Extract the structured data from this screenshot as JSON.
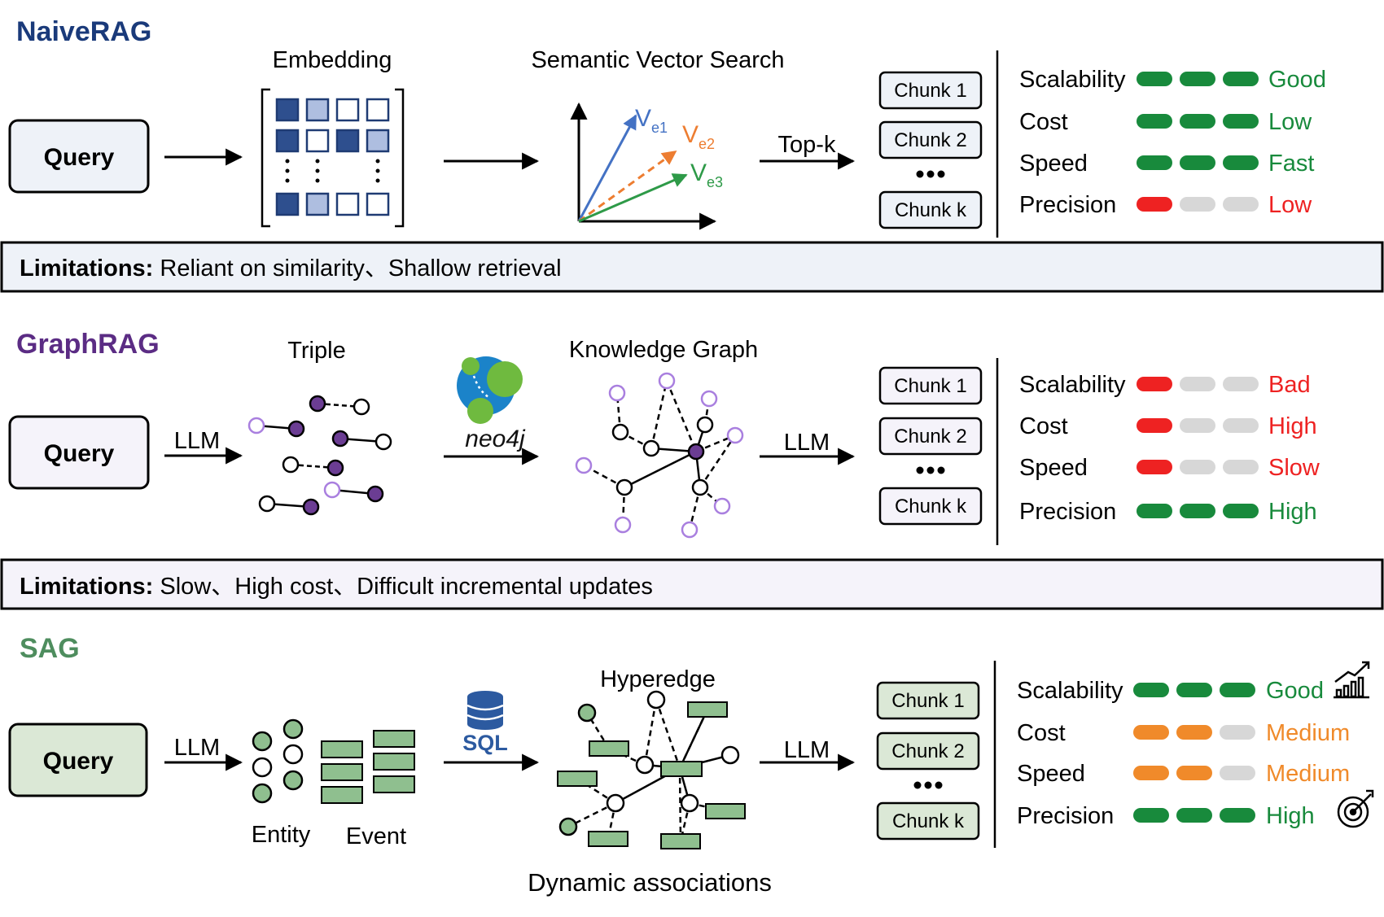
{
  "colors": {
    "naive_title": "#1a3a7a",
    "graph_title": "#5b2c84",
    "sag_title": "#4e8d5e",
    "green": "#188a3c",
    "red": "#ee2222",
    "gray": "#d7d7d7",
    "orange": "#f08a2a",
    "naive_box": "#eef2f8",
    "graph_box": "#f5f3fa",
    "sag_box": "#dbe8d6",
    "sag_node": "#8fbf8f",
    "graph_node": "#6b3d93",
    "graph_node_light": "#a97fdf"
  },
  "sections": [
    {
      "id": "naive",
      "title": "NaiveRAG",
      "query": "Query",
      "arrow1_label": "",
      "stage1_label": "Embedding",
      "stage2_label": "Semantic Vector Search",
      "arrow3_label": "Top-k",
      "vectors": [
        {
          "v": "V",
          "sub": "e1"
        },
        {
          "v": "V",
          "sub": "e2"
        },
        {
          "v": "V",
          "sub": "e3"
        }
      ],
      "chunks": [
        "Chunk 1",
        "Chunk 2",
        "Chunk k"
      ],
      "metrics": [
        {
          "name": "Scalability",
          "value": "Good",
          "level": 3,
          "color": "green"
        },
        {
          "name": "Cost",
          "value": "Low",
          "level": 3,
          "color": "green"
        },
        {
          "name": "Speed",
          "value": "Fast",
          "level": 3,
          "color": "green"
        },
        {
          "name": "Precision",
          "value": "Low",
          "level": 1,
          "color": "red"
        }
      ],
      "limitations_label": "Limitations:",
      "limitations_text": " Reliant on similarity、Shallow retrieval"
    },
    {
      "id": "graph",
      "title": "GraphRAG",
      "query": "Query",
      "arrow1_label": "LLM",
      "stage1_label": "Triple",
      "logo_text": "neo4j",
      "stage2_label": "Knowledge Graph",
      "arrow3_label": "LLM",
      "chunks": [
        "Chunk 1",
        "Chunk 2",
        "Chunk k"
      ],
      "metrics": [
        {
          "name": "Scalability",
          "value": "Bad",
          "level": 1,
          "color": "red"
        },
        {
          "name": "Cost",
          "value": "High",
          "level": 1,
          "color": "red"
        },
        {
          "name": "Speed",
          "value": "Slow",
          "level": 1,
          "color": "red"
        },
        {
          "name": "Precision",
          "value": "High",
          "level": 3,
          "color": "green"
        }
      ],
      "limitations_label": "Limitations:",
      "limitations_text": " Slow、High cost、Difficult incremental updates"
    },
    {
      "id": "sag",
      "title": "SAG",
      "query": "Query",
      "arrow1_label": "LLM",
      "entity_label": "Entity",
      "event_label": "Event",
      "logo_text": "SQL",
      "stage2_label": "Hyperedge",
      "arrow3_label": "LLM",
      "chunks": [
        "Chunk 1",
        "Chunk 2",
        "Chunk k"
      ],
      "metrics": [
        {
          "name": "Scalability",
          "value": "Good",
          "level": 3,
          "color": "green",
          "icon": "growth-chart-icon"
        },
        {
          "name": "Cost",
          "value": "Medium",
          "level": 2,
          "color": "orange"
        },
        {
          "name": "Speed",
          "value": "Medium",
          "level": 2,
          "color": "orange"
        },
        {
          "name": "Precision",
          "value": "High",
          "level": 3,
          "color": "green",
          "icon": "target-icon"
        }
      ],
      "caption": "Dynamic associations"
    }
  ]
}
